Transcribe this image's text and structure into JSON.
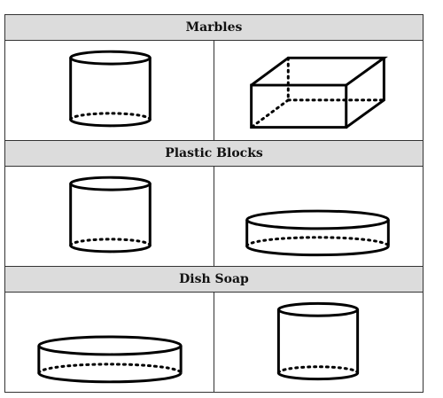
{
  "sections": [
    {
      "title": "Marbles",
      "shapes": [
        "cylinder-icon",
        "rectangular-prism-icon"
      ]
    },
    {
      "title": "Plastic Blocks",
      "shapes": [
        "cylinder-icon",
        "flat-cylinder-icon"
      ]
    },
    {
      "title": "Dish Soap",
      "shapes": [
        "flat-cylinder-icon",
        "cylinder-icon"
      ]
    }
  ]
}
